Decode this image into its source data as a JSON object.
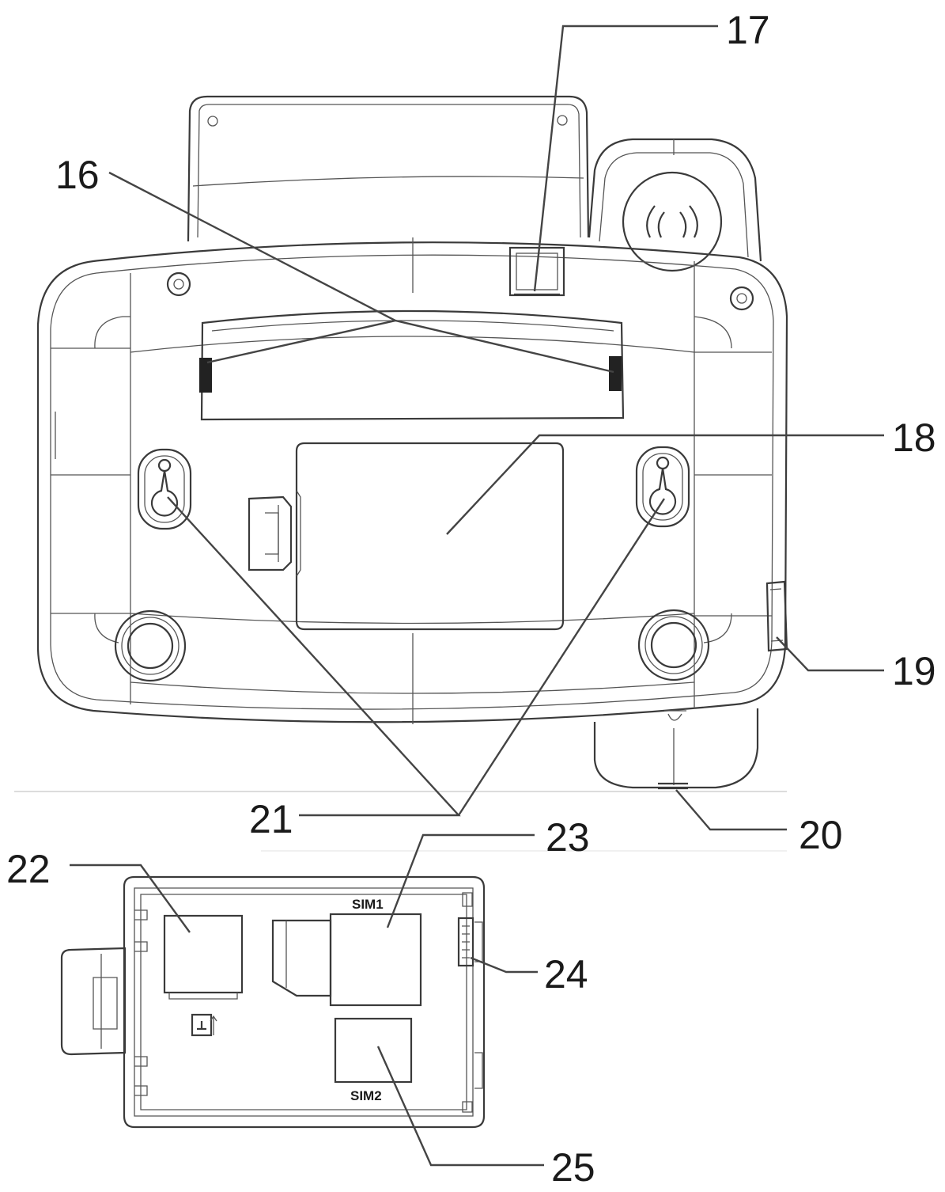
{
  "callouts": {
    "c16": "16",
    "c17": "17",
    "c18": "18",
    "c19": "19",
    "c20": "20",
    "c21": "21",
    "c22": "22",
    "c23": "23",
    "c24": "24",
    "c25": "25"
  },
  "tray": {
    "sim1_label": "SIM1",
    "sim2_label": "SIM2"
  }
}
